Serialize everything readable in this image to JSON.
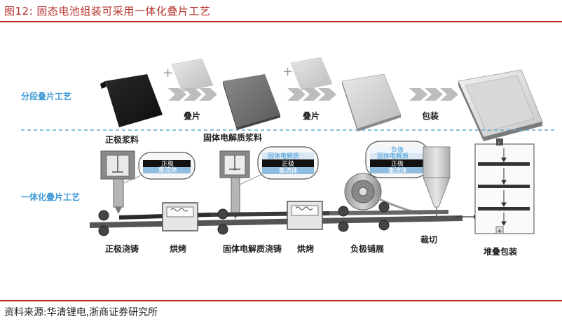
{
  "header": {
    "figure_title": "图12:   固态电池组装可采用一体化叠片工艺"
  },
  "sections": {
    "segmented_label": "分段叠片工艺",
    "integrated_label": "一体化叠片工艺"
  },
  "segmented_steps": [
    "叠片",
    "叠片",
    "包装"
  ],
  "plus_sign": "+",
  "integrated": {
    "top_labels": [
      "正极浆料",
      "固体电解质浆料"
    ],
    "layer_stack_1": [
      "正极",
      "集流体"
    ],
    "layer_stack_2": [
      "固体电解质",
      "正极",
      "集流体"
    ],
    "layer_stack_3": [
      "负极",
      "固体电解质",
      "正极",
      "集流体"
    ],
    "bottom_labels": [
      "正极浇铸",
      "烘烤",
      "固体电解质浇铸",
      "烘烤",
      "负极铺展",
      "裁切",
      "堆叠包装"
    ],
    "stack_marks": [
      "-",
      "+"
    ]
  },
  "footer": {
    "source": "资料来源:华清锂电,浙商证券研究所"
  },
  "colors": {
    "accent_red": "#c0312b",
    "section_blue": "#3f9ad6",
    "dashed_divider": "#5fa8d8"
  }
}
